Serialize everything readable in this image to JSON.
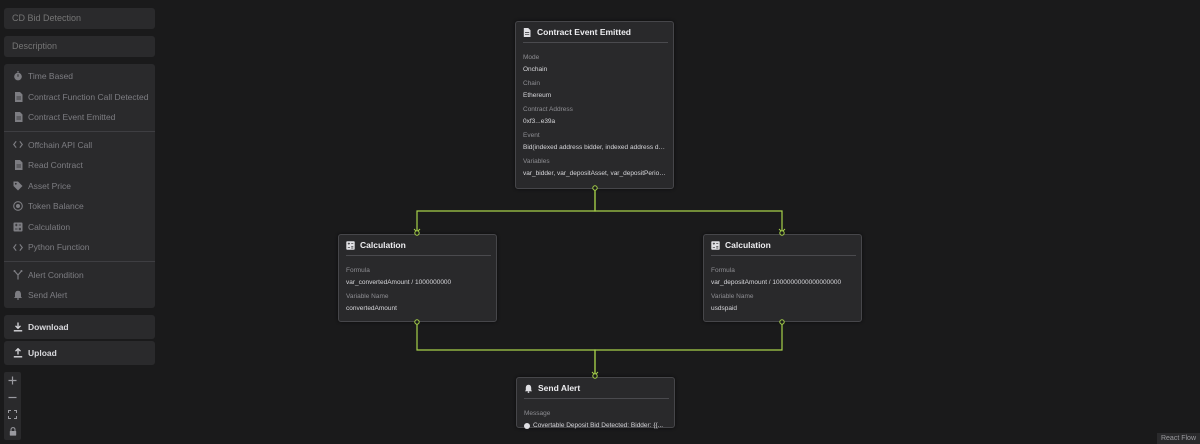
{
  "sidebar": {
    "name_field": {
      "placeholder": "CD Bid Detection"
    },
    "description_field": {
      "placeholder": "Description"
    },
    "triggers": [
      {
        "label": "Time Based",
        "icon": "stopwatch-icon"
      },
      {
        "label": "Contract Function Call Detected",
        "icon": "file-icon"
      },
      {
        "label": "Contract Event Emitted",
        "icon": "file-icon"
      }
    ],
    "data_sources": [
      {
        "label": "Offchain API Call",
        "icon": "code-icon"
      },
      {
        "label": "Read Contract",
        "icon": "file-icon"
      },
      {
        "label": "Asset Price",
        "icon": "tag-icon"
      },
      {
        "label": "Token Balance",
        "icon": "coins-icon"
      },
      {
        "label": "Calculation",
        "icon": "calculator-icon"
      },
      {
        "label": "Python Function",
        "icon": "code-icon"
      }
    ],
    "actions": [
      {
        "label": "Alert Condition",
        "icon": "branch-icon"
      },
      {
        "label": "Send Alert",
        "icon": "bell-icon"
      }
    ],
    "download_label": "Download",
    "upload_label": "Upload"
  },
  "nodes": {
    "event": {
      "title": "Contract Event Emitted",
      "fields": [
        {
          "label": "Mode",
          "value": "Onchain"
        },
        {
          "label": "Chain",
          "value": "Ethereum"
        },
        {
          "label": "Contract Address",
          "value": "0xf3...e39a"
        },
        {
          "label": "Event",
          "value": "Bid(indexed address bidder, indexed address depo..."
        },
        {
          "label": "Variables",
          "value": "var_bidder, var_depositAsset, var_depositPeriod, v..."
        }
      ]
    },
    "calc_left": {
      "title": "Calculation",
      "fields": [
        {
          "label": "Formula",
          "value": "var_convertedAmount / 1000000000"
        },
        {
          "label": "Variable Name",
          "value": "convertedAmount"
        }
      ]
    },
    "calc_right": {
      "title": "Calculation",
      "fields": [
        {
          "label": "Formula",
          "value": "var_depositAmount / 1000000000000000000"
        },
        {
          "label": "Variable Name",
          "value": "usdspaid"
        }
      ]
    },
    "alert": {
      "title": "Send Alert",
      "fields": [
        {
          "label": "Message",
          "value": "Covertable Deposit Bid Detected: Bidder: {{..."
        }
      ]
    }
  },
  "attribution": "React Flow",
  "colors": {
    "edge": "#a6d14a",
    "background": "#1a1a1b",
    "panel": "#2a2a2c"
  }
}
